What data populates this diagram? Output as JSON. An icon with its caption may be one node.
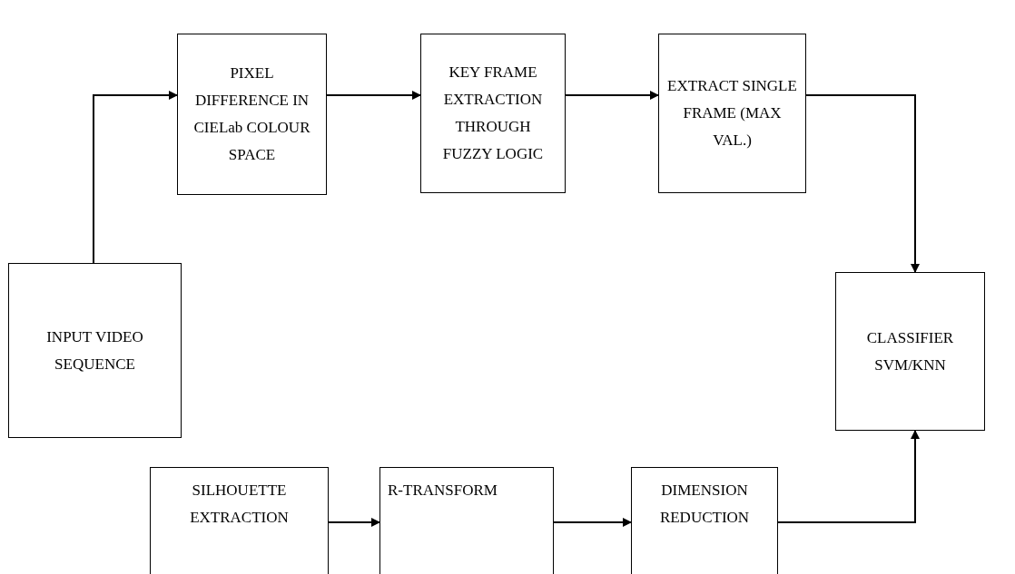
{
  "diagram": {
    "nodes": [
      {
        "text": [
          "INPUT VIDEO SEQUENCE"
        ]
      },
      {
        "text": [
          "PIXEL DIFFERENCE IN CIELab COLOUR SPACE"
        ]
      },
      {
        "text": [
          "KEY FRAME EXTRACTION THROUGH FUZZY LOGIC"
        ]
      },
      {
        "text": [
          "EXTRACT SINGLE FRAME (MAX VAL.)"
        ]
      },
      {
        "text": [
          "CLASSIFIER SVM/KNN"
        ]
      },
      {
        "text": [
          "SILHOUETTE EXTRACTION"
        ]
      },
      {
        "text": [
          "R-TRANSFORM"
        ]
      },
      {
        "text": [
          "DIMENSION REDUCTION"
        ]
      }
    ],
    "edges": [
      {
        "from": 0,
        "to": 1,
        "arrow": "to"
      },
      {
        "from": 1,
        "to": 2,
        "arrow": "to"
      },
      {
        "from": 2,
        "to": 3,
        "arrow": "to"
      },
      {
        "from": 3,
        "to": 4,
        "arrow": "to"
      },
      {
        "from": 5,
        "to": 6,
        "arrow": "to"
      },
      {
        "from": 6,
        "to": 7,
        "arrow": "to"
      },
      {
        "from": 7,
        "to": 4,
        "arrow": "to"
      }
    ]
  }
}
